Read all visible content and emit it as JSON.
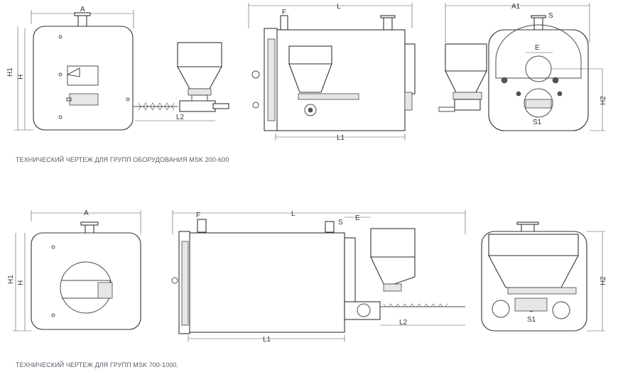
{
  "captions": {
    "top": "ТЕХНИЧЕСКИЙ ЧЕРТЕЖ ДЛЯ ГРУПП ОБОРУДОВАНИЯ MSK 200-600",
    "bottom": "ТЕХНИЧЕСКИЙ ЧЕРТЕЖ ДЛЯ ГРУПП MSK 700-1000."
  },
  "top_row": {
    "front": {
      "width_label": "A",
      "h1_label": "H1",
      "h_label": "H",
      "l2_label": "L2"
    },
    "side": {
      "l_label": "L",
      "l1_label": "L1",
      "f_label": "F"
    },
    "rear": {
      "a1_label": "A1",
      "s_label": "S",
      "e_label": "E",
      "h2_label": "H2",
      "s1_label": "S1"
    }
  },
  "bottom_row": {
    "front": {
      "width_label": "A",
      "h1_label": "H1",
      "h_label": "H"
    },
    "side": {
      "l_label": "L",
      "l1_label": "L1",
      "l2_label": "L2",
      "e_label": "E",
      "f_label": "F",
      "s_label": "S"
    },
    "rear": {
      "h2_label": "H2",
      "s1_label": "S1"
    }
  }
}
